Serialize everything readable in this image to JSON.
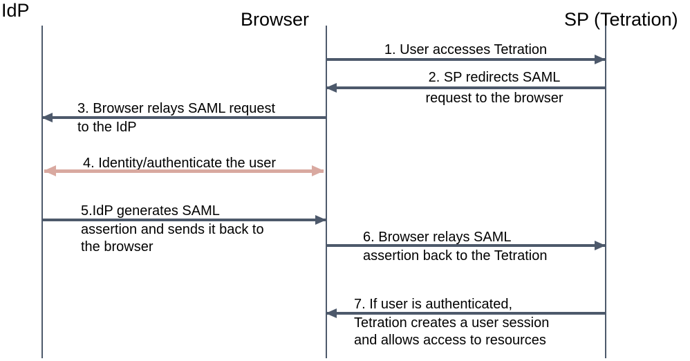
{
  "actors": {
    "idp": {
      "label": "IdP"
    },
    "browser": {
      "label": "Browser"
    },
    "sp": {
      "label": "SP (Tetration)"
    }
  },
  "messages": [
    {
      "from": "Browser",
      "to": "SP (Tetration)",
      "arrow": "right",
      "above": "1. User accesses Tetration",
      "below": []
    },
    {
      "from": "SP (Tetration)",
      "to": "Browser",
      "arrow": "left",
      "above": "2. SP redirects SAML",
      "below": [
        "request to the browser"
      ]
    },
    {
      "from": "Browser",
      "to": "IdP",
      "arrow": "left",
      "above": "3. Browser relays SAML request",
      "below": [
        "to the IdP"
      ]
    },
    {
      "from": "IdP",
      "to": "Browser",
      "arrow": "both",
      "above": "4. Identity/authenticate the user",
      "below": []
    },
    {
      "from": "IdP",
      "to": "Browser",
      "arrow": "right",
      "above": "5.IdP generates SAML",
      "below": [
        "assertion and sends it back to",
        "the browser"
      ]
    },
    {
      "from": "Browser",
      "to": "SP (Tetration)",
      "arrow": "right",
      "above": "6. Browser relays SAML",
      "below": [
        "assertion back to the Tetration"
      ]
    },
    {
      "from": "SP (Tetration)",
      "to": "Browser",
      "arrow": "left",
      "above": "7. If user is authenticated,",
      "below": [
        "Tetration creates a user session",
        "and allows access to resources"
      ]
    }
  ],
  "colors": {
    "line_dark": "#4d596b",
    "auth_arrow_pink": "#d9a9a0",
    "text": "#000000",
    "background": "#ffffff"
  }
}
